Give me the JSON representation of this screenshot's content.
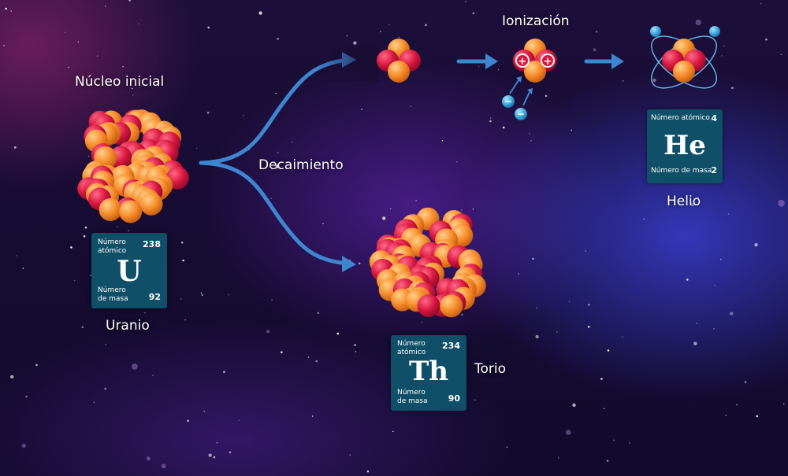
{
  "titles": {
    "initial_nucleus": "Núcleo inicial",
    "decay": "Decaimiento",
    "ionization": "Ionización"
  },
  "uranium": {
    "name": "Uranio",
    "symbol": "U",
    "label_top": "Número atómico",
    "value_top": "238",
    "label_bottom": "Número de masa",
    "value_bottom": "92"
  },
  "thorium": {
    "name": "Torio",
    "symbol": "Th",
    "label_top": "Número atómico",
    "value_top": "234",
    "label_bottom": "Número de masa",
    "value_bottom": "90"
  },
  "helium": {
    "name": "Helio",
    "symbol": "He",
    "label_top": "Número atómico",
    "value_top": "4",
    "label_bottom": "Número de masa",
    "value_bottom": "2"
  },
  "colors": {
    "proton": "#d8163f",
    "neutron": "#f78b2a",
    "arrow": "#3f86d0",
    "card": "#0f4f68",
    "electron": "#3aa6dc"
  },
  "charge_symbols": {
    "positive": "+",
    "negative": "−"
  }
}
